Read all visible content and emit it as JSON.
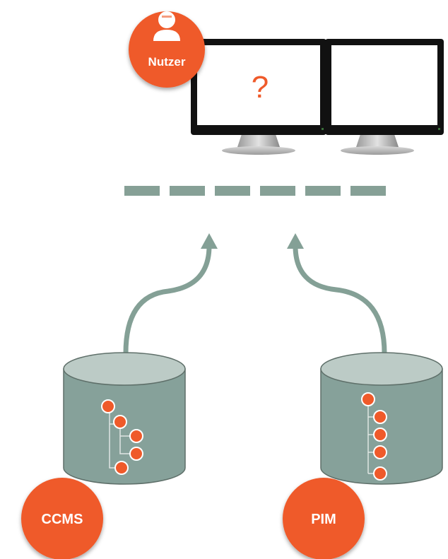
{
  "user": {
    "label": "Nutzer",
    "icon": "user-icon"
  },
  "screen": {
    "symbol": "?"
  },
  "sources": [
    {
      "label": "CCMS",
      "structure": "tree"
    },
    {
      "label": "PIM",
      "structure": "list"
    }
  ],
  "colors": {
    "accent": "#ef5a2a",
    "db_body": "#86a19a",
    "db_top": "#bccbc6",
    "arrow": "#84a096",
    "dash": "#86a096",
    "monitor_frame": "#111111"
  }
}
